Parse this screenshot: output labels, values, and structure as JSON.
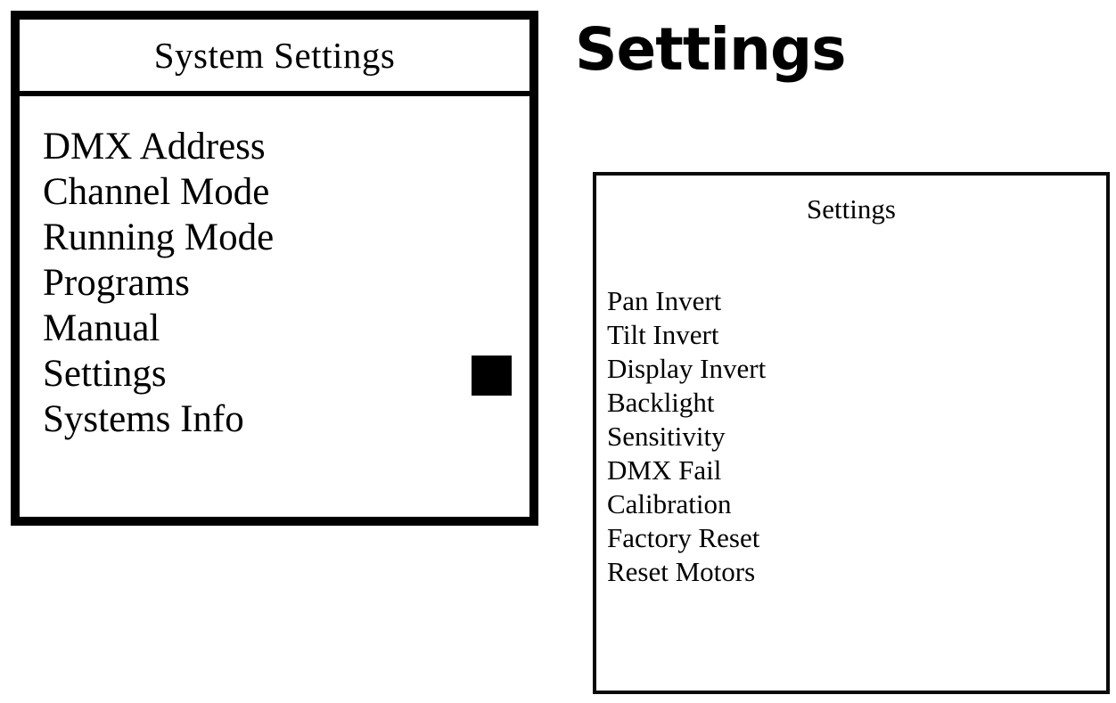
{
  "page": {
    "background_color": "#ffffff",
    "foreground_color": "#000000"
  },
  "lcd_panel": {
    "title": "System Settings",
    "border_color": "#000000",
    "cursor": {
      "name": "selection-block-cursor",
      "color": "#000000",
      "selected_item_index": 5
    },
    "items": [
      {
        "label": "DMX Address"
      },
      {
        "label": "Channel Mode"
      },
      {
        "label": "Running Mode"
      },
      {
        "label": "Programs"
      },
      {
        "label": "Manual"
      },
      {
        "label": "Settings"
      },
      {
        "label": "Systems Info"
      }
    ]
  },
  "section": {
    "heading": "Settings"
  },
  "settings_panel": {
    "title": "Settings",
    "border_color": "#0a0a0a",
    "items": [
      {
        "label": "Pan Invert"
      },
      {
        "label": "Tilt Invert"
      },
      {
        "label": "Display Invert"
      },
      {
        "label": "Backlight"
      },
      {
        "label": "Sensitivity"
      },
      {
        "label": "DMX Fail"
      },
      {
        "label": "Calibration"
      },
      {
        "label": "Factory Reset"
      },
      {
        "label": "Reset Motors"
      }
    ]
  }
}
